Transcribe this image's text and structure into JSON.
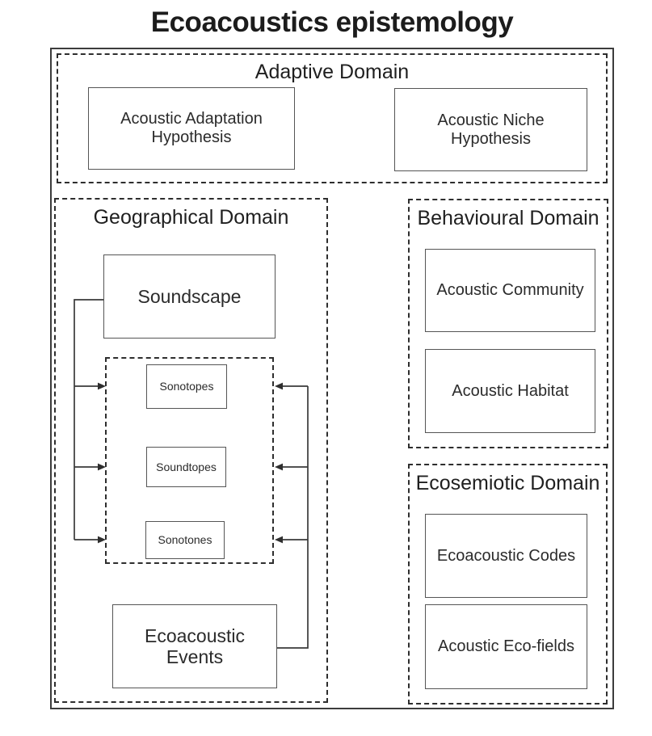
{
  "title": "Ecoacoustics epistemology",
  "adaptive": {
    "label": "Adaptive Domain",
    "aah": "Acoustic Adaptation Hypothesis",
    "anh": "Acoustic Niche Hypothesis"
  },
  "geographical": {
    "label": "Geographical Domain",
    "soundscape": "Soundscape",
    "sonotopes": "Sonotopes",
    "soundtopes": "Soundtopes",
    "sonotones": "Sonotones",
    "events": "Ecoacoustic Events"
  },
  "behavioural": {
    "label": "Behavioural Domain",
    "community": "Acoustic Community",
    "habitat": "Acoustic Habitat"
  },
  "ecosemiotic": {
    "label": "Ecosemiotic Domain",
    "codes": "Ecoacoustic Codes",
    "ecofields": "Acoustic Eco-fields"
  },
  "connections": [
    {
      "from": "Soundscape",
      "to": "Sonotopes",
      "arrow": "right"
    },
    {
      "from": "Soundscape",
      "to": "Soundtopes",
      "arrow": "right"
    },
    {
      "from": "Soundscape",
      "to": "Sonotones",
      "arrow": "right"
    },
    {
      "from": "Ecoacoustic Events",
      "to": "Sonotopes",
      "arrow": "left"
    },
    {
      "from": "Ecoacoustic Events",
      "to": "Soundtopes",
      "arrow": "left"
    },
    {
      "from": "Ecoacoustic Events",
      "to": "Sonotones",
      "arrow": "left"
    }
  ],
  "colors": {
    "line": "#3a3a3a",
    "text": "#262626",
    "background": "#ffffff"
  }
}
